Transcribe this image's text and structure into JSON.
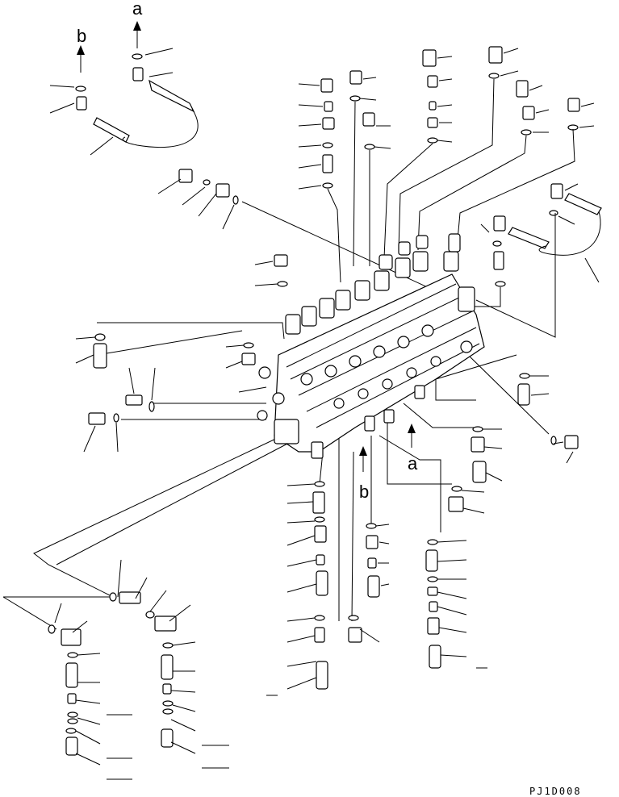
{
  "diagram": {
    "arrow_labels": [
      "a",
      "b",
      "a",
      "b"
    ],
    "drawing_code": "PJ1D008"
  }
}
